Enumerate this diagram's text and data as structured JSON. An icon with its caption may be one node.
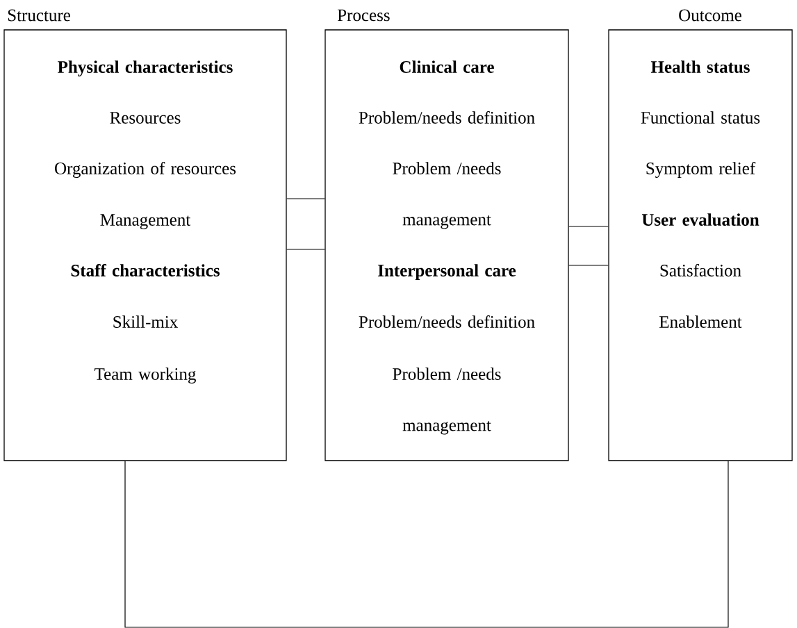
{
  "diagram": {
    "nodes": [
      {
        "text": [
          "Structure",
          "**Physical characteristics**",
          "Resources",
          "Organization of resources",
          "Management",
          "**Staff characteristics**",
          "Skill-mix",
          "Team working"
        ]
      },
      {
        "text": [
          "Process",
          "**Clinical care**",
          "Problem/needs definition",
          "Problem /needs management",
          "**Interpersonal care**",
          "Problem/needs definition",
          "Problem /needs management"
        ]
      },
      {
        "text": [
          "Outcome",
          "**Health status**",
          "Functional status",
          "Symptom relief",
          "**User evaluation**",
          "Satisfaction",
          "Enablement"
        ]
      }
    ],
    "edges": [
      {
        "from": 0,
        "to": 1,
        "arrow": "none"
      },
      {
        "from": 0,
        "to": 1,
        "arrow": "none"
      },
      {
        "from": 1,
        "to": 2,
        "arrow": "none"
      },
      {
        "from": 1,
        "to": 2,
        "arrow": "none"
      },
      {
        "from": 0,
        "to": 2,
        "arrow": "none"
      }
    ]
  }
}
